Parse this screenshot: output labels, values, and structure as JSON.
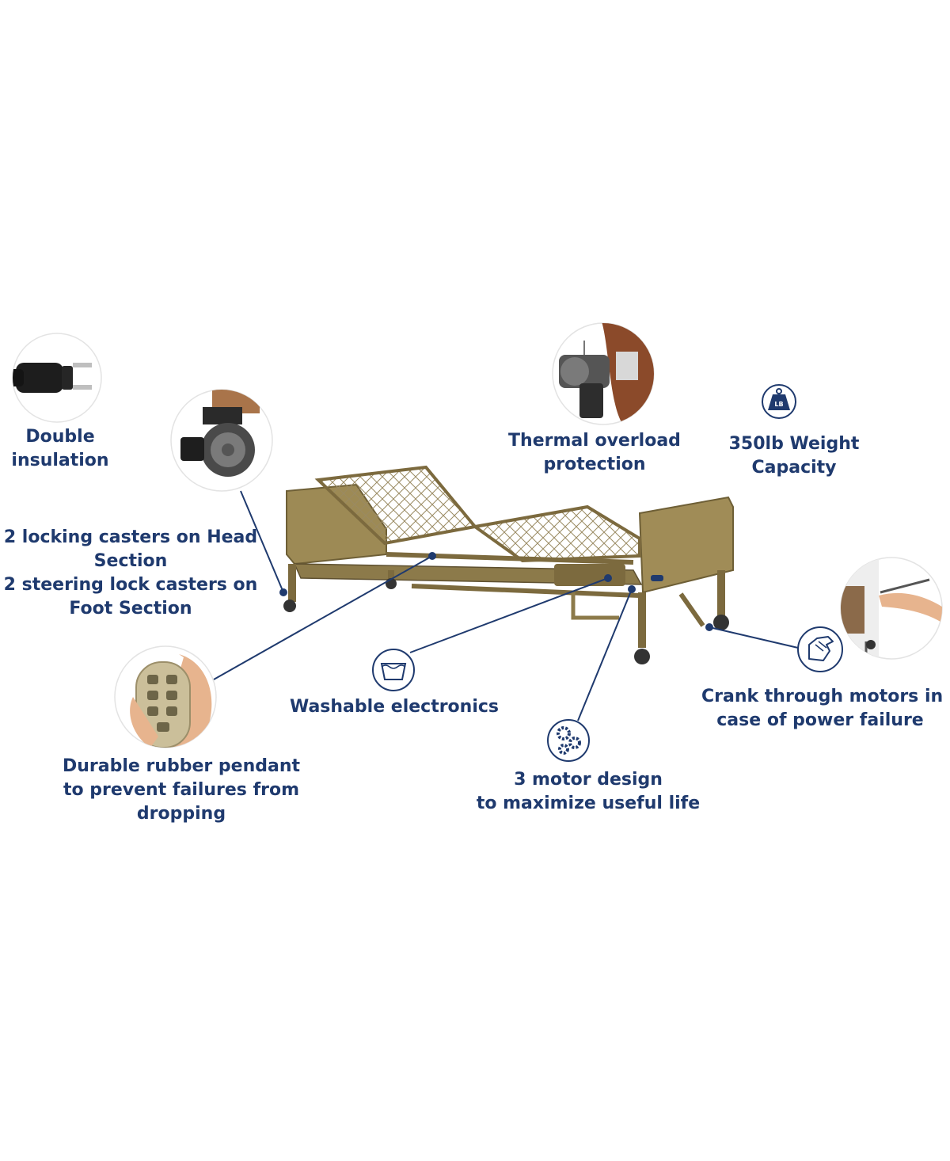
{
  "features": {
    "insulation": {
      "lines": [
        "Double",
        "insulation"
      ],
      "icon": "power-plug-icon"
    },
    "casters": {
      "lines": [
        "2 locking casters on Head",
        "Section",
        "2 steering lock casters on",
        "Foot Section"
      ],
      "icon": "caster-wheel-icon"
    },
    "pendant": {
      "lines": [
        "Durable rubber pendant",
        "to prevent failures from",
        "dropping"
      ],
      "icon": "hand-pendant-icon"
    },
    "washable": {
      "lines": [
        "Washable electronics"
      ],
      "icon": "wash-basin-icon"
    },
    "motor": {
      "lines": [
        "3 motor design",
        "to maximize useful life"
      ],
      "icon": "gears-icon"
    },
    "thermal": {
      "lines": [
        "Thermal overload",
        "protection"
      ],
      "icon": "motor-icon"
    },
    "weight": {
      "lines": [
        "350lb Weight",
        "Capacity"
      ],
      "icon": "weight-icon",
      "icon_text": "LB"
    },
    "crank": {
      "lines": [
        "Crank through motors in",
        "case of power failure"
      ],
      "icon": "crank-hand-icon"
    }
  },
  "colors": {
    "text": "#1f3a6e",
    "callout_line": "#1f3a6e",
    "bed_frame": "#8c7a4a",
    "headboard": "#9d8a55",
    "motor_wood": "#8b4a2a"
  }
}
